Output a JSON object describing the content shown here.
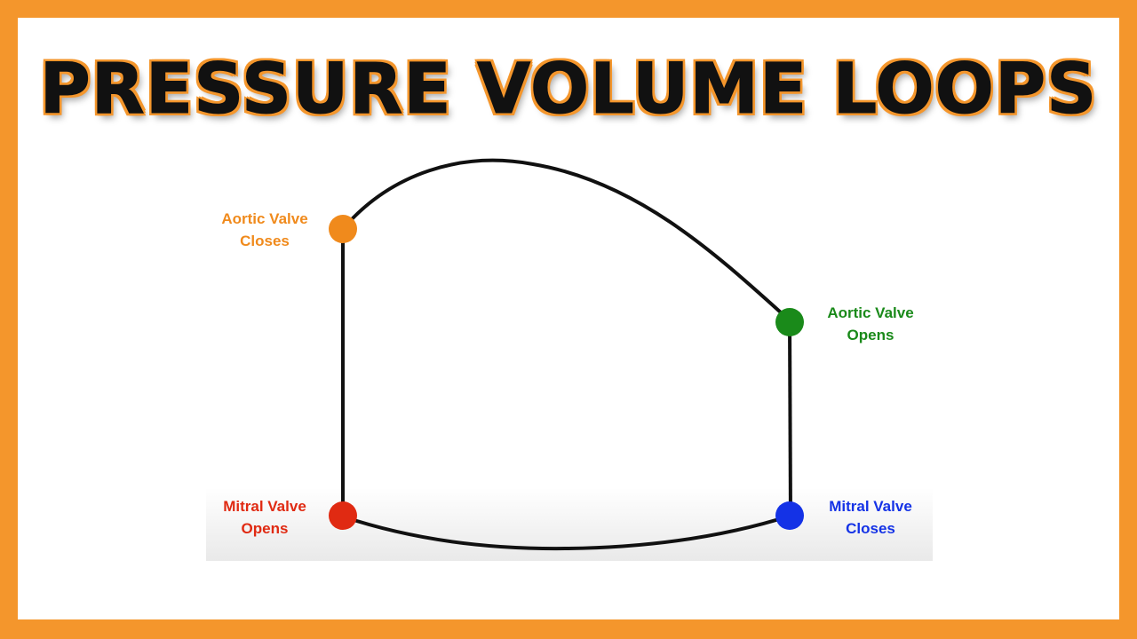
{
  "title": "PRESSURE VOLUME LOOPS",
  "colors": {
    "frame": "#F4962C",
    "loop_line": "#111111",
    "aortic_valve_closes": "#F08A1C",
    "aortic_valve_opens": "#1A8A1A",
    "mitral_valve_opens": "#E02A12",
    "mitral_valve_closes": "#1432E6"
  },
  "points": {
    "aortic_valve_closes": {
      "line1": "Aortic Valve",
      "line2": "Closes"
    },
    "aortic_valve_opens": {
      "line1": "Aortic Valve",
      "line2": "Opens"
    },
    "mitral_valve_opens": {
      "line1": "Mitral Valve",
      "line2": "Opens"
    },
    "mitral_valve_closes": {
      "line1": "Mitral Valve",
      "line2": "Closes"
    }
  }
}
